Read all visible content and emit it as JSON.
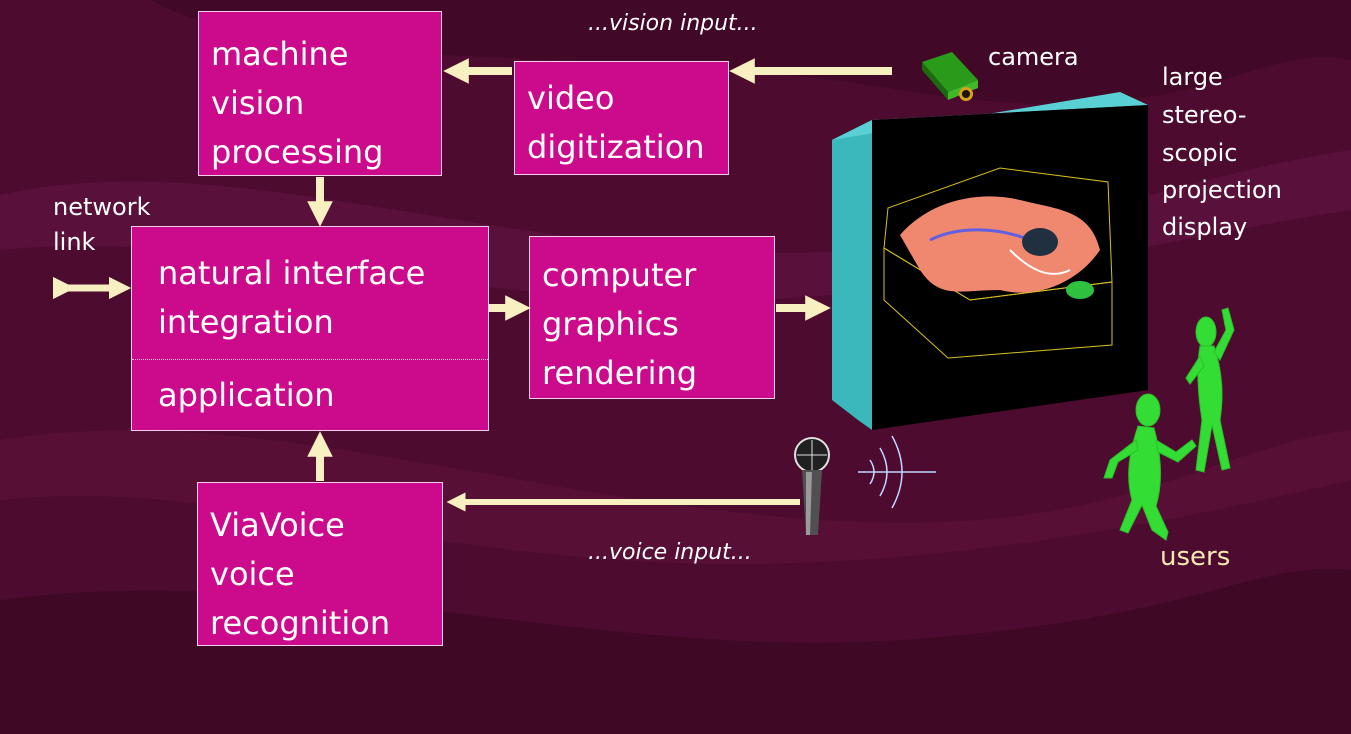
{
  "boxes": {
    "machine_vision": [
      "machine",
      "vision",
      "processing"
    ],
    "video_digitization": [
      "video",
      "digitization"
    ],
    "natural_interface": [
      "natural interface",
      "integration",
      "application"
    ],
    "graphics_rendering": [
      "computer",
      "graphics",
      "rendering"
    ],
    "viavoice": [
      "ViaVoice",
      "voice",
      "recognition"
    ]
  },
  "labels": {
    "vision_input": "...vision input...",
    "voice_input": "...voice input...",
    "camera": "camera",
    "network_link": [
      "network",
      "link"
    ],
    "display": [
      "large",
      "stereo-",
      "scopic",
      "projection",
      "display"
    ],
    "users": "users"
  },
  "colors": {
    "background": "#4a0a2e",
    "box_fill": "#cc0a8c",
    "arrow": "#f8f0c0",
    "figure": "#33dd33",
    "display_edge": "#40c8c8"
  }
}
